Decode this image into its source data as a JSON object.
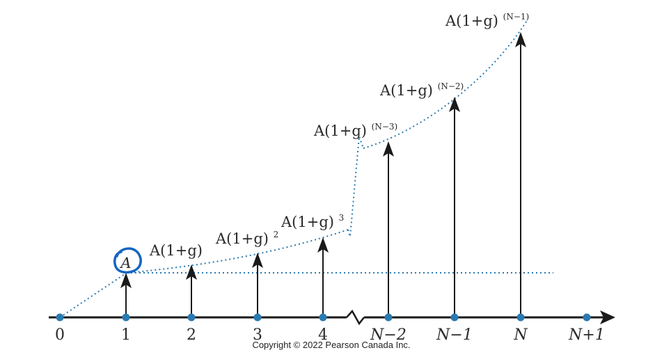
{
  "diagram": {
    "time_labels": [
      {
        "text": "0",
        "italic": false
      },
      {
        "text": "1",
        "italic": false
      },
      {
        "text": "2",
        "italic": false
      },
      {
        "text": "3",
        "italic": false
      },
      {
        "text": "4",
        "italic": false
      },
      {
        "text": "N−2",
        "italic": true
      },
      {
        "text": "N−1",
        "italic": true
      },
      {
        "text": "N",
        "italic": true
      },
      {
        "text": "N+1",
        "italic": true
      }
    ],
    "cash_flows": [
      {
        "period": "1",
        "label": "A",
        "exponent": ""
      },
      {
        "period": "2",
        "label": "A(1+g)",
        "exponent": ""
      },
      {
        "period": "3",
        "label": "A(1+g)",
        "exponent": "2"
      },
      {
        "period": "4",
        "label": "A(1+g)",
        "exponent": "3"
      },
      {
        "period": "N−2",
        "label": "A(1+g)",
        "exponent": "(N−3)"
      },
      {
        "period": "N−1",
        "label": "A(1+g)",
        "exponent": "(N−2)"
      },
      {
        "period": "N",
        "label": "A(1+g)",
        "exponent": "(N−1)"
      }
    ],
    "copyright": "Copyright © 2022 Pearson Canada Inc.",
    "colors": {
      "axis": "#1a1a1a",
      "dot": "#2a7ab0",
      "dotted_curve": "#2a7ab0",
      "highlight_circle": "#1565c0",
      "arrow": "#1a1a1a",
      "text": "#2a2a2a"
    }
  }
}
